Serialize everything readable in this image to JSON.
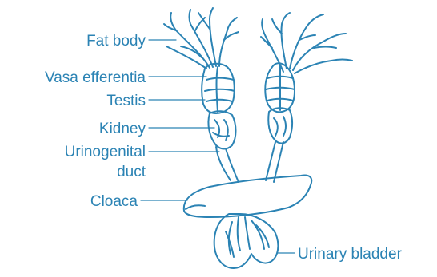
{
  "colors": {
    "stroke": "#2b83b4",
    "fill": "#2b83b4",
    "background": "#ffffff"
  },
  "labels": {
    "fat_body": "Fat body",
    "vasa_efferentia": "Vasa efferentia",
    "testis": "Testis",
    "kidney": "Kidney",
    "urinogenital_line1": "Urinogenital",
    "urinogenital_line2": "duct",
    "cloaca": "Cloaca",
    "urinary_bladder": "Urinary bladder"
  }
}
